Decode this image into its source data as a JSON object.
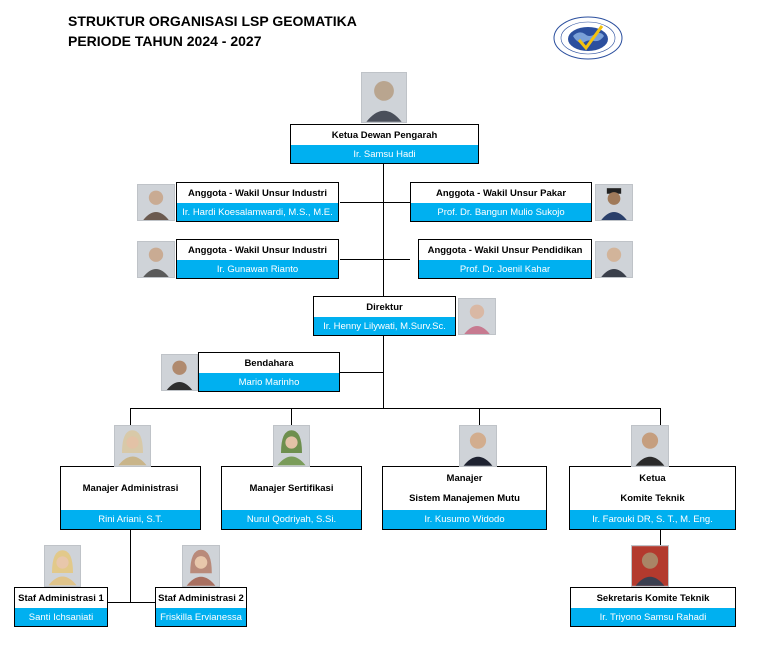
{
  "header": {
    "title_line1": "STRUKTUR ORGANISASI LSP GEOMATIKA",
    "title_line2": "PERIODE TAHUN 2024 - 2027",
    "logo_icon": "lsp-geomatika-logo-icon"
  },
  "colors": {
    "name_bar": "#00b0f0",
    "border": "#000000"
  },
  "nodes": {
    "ketua_dewan": {
      "role": "Ketua Dewan Pengarah",
      "name": "Ir. Samsu Hadi"
    },
    "anggota_industri_1": {
      "role": "Anggota - Wakil Unsur Industri",
      "name": "Ir. Hardi Koesalamwardi, M.S., M.E."
    },
    "anggota_pakar": {
      "role": "Anggota - Wakil Unsur Pakar",
      "name": "Prof. Dr. Bangun Mulio Sukojo"
    },
    "anggota_industri_2": {
      "role": "Anggota - Wakil Unsur Industri",
      "name": "Ir. Gunawan Rianto"
    },
    "anggota_pendidikan": {
      "role": "Anggota - Wakil Unsur Pendidikan",
      "name": "Prof. Dr. Joenil Kahar"
    },
    "direktur": {
      "role": "Direktur",
      "name": "Ir. Henny Lilywati, M.Surv.Sc."
    },
    "bendahara": {
      "role": "Bendahara",
      "name": "Mario Marinho"
    },
    "manajer_admin": {
      "role": "Manajer Administrasi",
      "name": "Rini Ariani, S.T."
    },
    "manajer_sertifikasi": {
      "role": "Manajer Sertifikasi",
      "name": "Nurul Qodriyah, S.Si."
    },
    "manajer_mutu": {
      "role_line1": "Manajer",
      "role_line2": "Sistem Manajemen Mutu",
      "name": "Ir. Kusumo Widodo"
    },
    "ketua_komite": {
      "role_line1": "Ketua",
      "role_line2": "Komite Teknik",
      "name": "Ir. Farouki DR, S. T., M. Eng."
    },
    "staf_admin_1": {
      "role": "Staf Administrasi 1",
      "name": "Santi Ichsaniati"
    },
    "staf_admin_2": {
      "role": "Staf Administrasi 2",
      "name": "Friskilla Ervianessa"
    },
    "sekretaris_komite": {
      "role": "Sekretaris Komite Teknik",
      "name": "Ir. Triyono Samsu Rahadi"
    }
  }
}
